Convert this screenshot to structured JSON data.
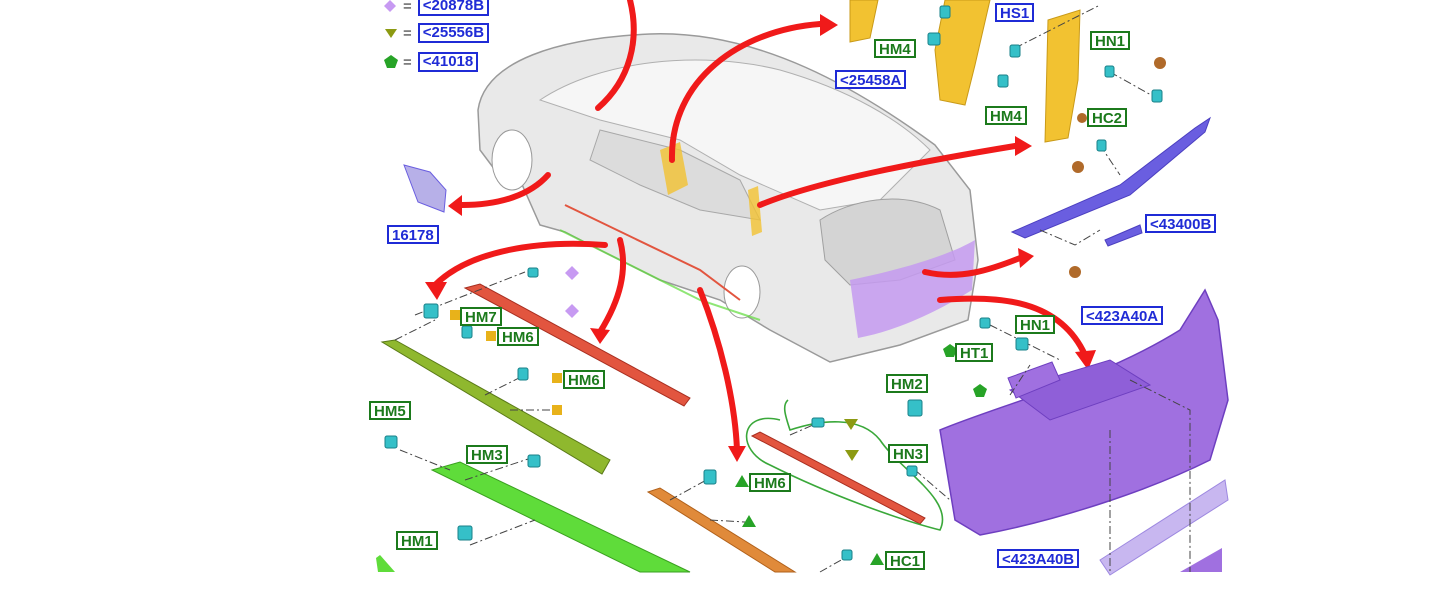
{
  "legend": [
    {
      "symbol": "diamond",
      "color": "#c79af2",
      "eq": "=",
      "code": "<20878B"
    },
    {
      "symbol": "triangle-down",
      "color": "#8c9a12",
      "eq": "=",
      "code": "<25556B"
    },
    {
      "symbol": "pentagon",
      "color": "#27a327",
      "eq": "=",
      "code": "<41018"
    }
  ],
  "labels_blue": {
    "hs1": "HS1",
    "a25458": "<25458A",
    "p16178": "16178",
    "a43400b": "<43400B",
    "a423a40a": "<423A40A",
    "a423a40b": "<423A40B"
  },
  "labels_green": {
    "hm4_top": "HM4",
    "hm4_mid": "HM4",
    "hn1_top": "HN1",
    "hc2": "HC2",
    "hm7": "HM7",
    "hm6_a": "HM6",
    "hm6_b": "HM6",
    "hm6_c": "HM6",
    "hm5": "HM5",
    "hm3": "HM3",
    "hm1": "HM1",
    "hn1_bot": "HN1",
    "ht1": "HT1",
    "hm2": "HM2",
    "hn3": "HN3",
    "hc1": "HC1"
  },
  "colors": {
    "arrow_red": "#f01a1a",
    "label_blue": "#1f2bd6",
    "label_green": "#1c7a1c",
    "part_yellow": "#f2c231",
    "part_purple": "#a070e0",
    "part_violet": "#6a5ee0",
    "part_olive": "#8fb82e",
    "part_green": "#5fdc3a",
    "part_red": "#e2553f",
    "part_orange": "#e08a3a",
    "clip_cyan": "#35c0c8",
    "marker_gold": "#e8b21a",
    "marker_brown": "#b06a2a",
    "annotation_green": "#3aa83a"
  },
  "icons": [
    "diamond-marker",
    "triangle-marker",
    "square-marker",
    "pentagon-marker",
    "round-marker",
    "clip-icon"
  ]
}
